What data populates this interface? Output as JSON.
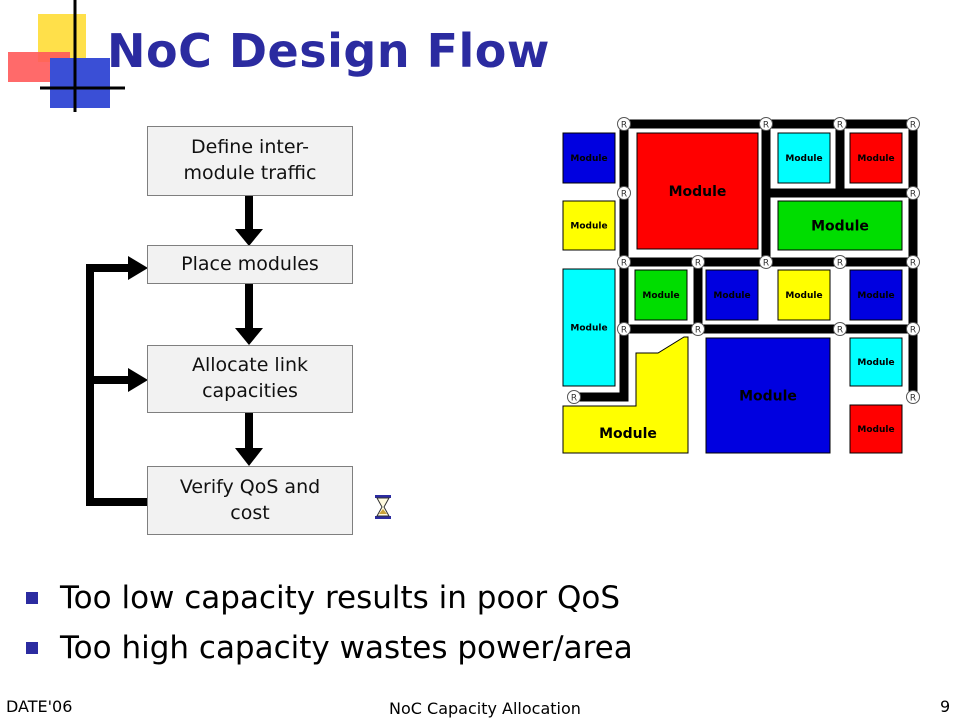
{
  "slide": {
    "title": "NoC Design Flow",
    "footer_left": "DATE'06",
    "footer_center": "NoC Capacity Allocation",
    "page_number": "9"
  },
  "flow": {
    "steps": [
      "Define inter-module traffic",
      "Place modules",
      "Allocate link capacities",
      "Verify QoS and cost"
    ]
  },
  "bullets": [
    "Too low capacity results in poor QoS",
    "Too high capacity wastes power/area"
  ],
  "noc": {
    "module_label": "Module",
    "router_label": "R",
    "colors": {
      "red": "#ff0000",
      "blue": "#0000e0",
      "cyan": "#00ffff",
      "yellow": "#ffff00",
      "green": "#00dd00"
    }
  },
  "icons": [
    "hourglass-icon"
  ]
}
